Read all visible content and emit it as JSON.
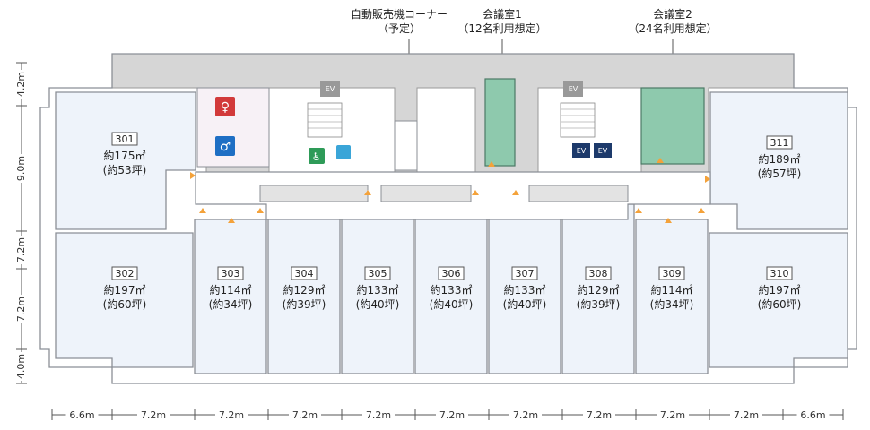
{
  "labels": {
    "vending": "自動販売機コーナー",
    "vending_sub": "（予定）",
    "meeting1": "会議室1",
    "meeting1_sub": "（12名利用想定）",
    "meeting2": "会議室2",
    "meeting2_sub": "（24名利用想定）",
    "ev": "EV"
  },
  "rooms": [
    {
      "id": "301",
      "area": "約175㎡",
      "tsubo": "(約53坪)"
    },
    {
      "id": "302",
      "area": "約197㎡",
      "tsubo": "(約60坪)"
    },
    {
      "id": "303",
      "area": "約114㎡",
      "tsubo": "(約34坪)"
    },
    {
      "id": "304",
      "area": "約129㎡",
      "tsubo": "(約39坪)"
    },
    {
      "id": "305",
      "area": "約133㎡",
      "tsubo": "(約40坪)"
    },
    {
      "id": "306",
      "area": "約133㎡",
      "tsubo": "(約40坪)"
    },
    {
      "id": "307",
      "area": "約133㎡",
      "tsubo": "(約40坪)"
    },
    {
      "id": "308",
      "area": "約129㎡",
      "tsubo": "(約39坪)"
    },
    {
      "id": "309",
      "area": "約114㎡",
      "tsubo": "(約34坪)"
    },
    {
      "id": "310",
      "area": "約197㎡",
      "tsubo": "(約60坪)"
    },
    {
      "id": "311",
      "area": "約189㎡",
      "tsubo": "(約57坪)"
    }
  ],
  "dimensions": {
    "horizontal": [
      "6.6m",
      "7.2m",
      "7.2m",
      "7.2m",
      "7.2m",
      "7.2m",
      "7.2m",
      "7.2m",
      "7.2m",
      "7.2m",
      "6.6m"
    ],
    "vertical": [
      "4.2m",
      "9.0m",
      "7.2m",
      "7.2m",
      "4.0m"
    ]
  },
  "colors": {
    "room": "#eef3fa",
    "meeting": "#8ec9ad",
    "core": "#d6d6d6",
    "door_marker": "#f4a23a",
    "ev_dark": "#1d3a6b",
    "restroom_men": "#1e6fc4",
    "restroom_women": "#d23a3a",
    "accessible": "#2e9b58"
  }
}
